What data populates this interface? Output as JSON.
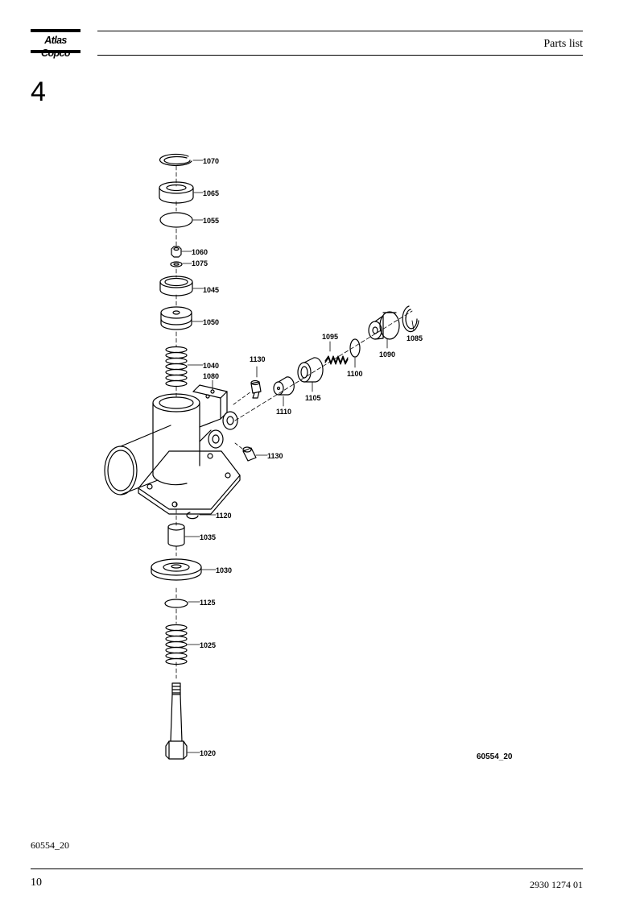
{
  "header": {
    "logo_text": "Atlas Copco",
    "title": "Parts list"
  },
  "section": {
    "number": "4"
  },
  "diagram": {
    "callouts": [
      {
        "id": "c1070",
        "label": "1070"
      },
      {
        "id": "c1065",
        "label": "1065"
      },
      {
        "id": "c1055",
        "label": "1055"
      },
      {
        "id": "c1060",
        "label": "1060"
      },
      {
        "id": "c1075",
        "label": "1075"
      },
      {
        "id": "c1045",
        "label": "1045"
      },
      {
        "id": "c1050",
        "label": "1050"
      },
      {
        "id": "c1040",
        "label": "1040"
      },
      {
        "id": "c1080",
        "label": "1080"
      },
      {
        "id": "c1130a",
        "label": "1130"
      },
      {
        "id": "c1130b",
        "label": "1130"
      },
      {
        "id": "c1110",
        "label": "1110"
      },
      {
        "id": "c1105",
        "label": "1105"
      },
      {
        "id": "c1095",
        "label": "1095"
      },
      {
        "id": "c1100",
        "label": "1100"
      },
      {
        "id": "c1090",
        "label": "1090"
      },
      {
        "id": "c1085",
        "label": "1085"
      },
      {
        "id": "c1120",
        "label": "1120"
      },
      {
        "id": "c1035",
        "label": "1035"
      },
      {
        "id": "c1030",
        "label": "1030"
      },
      {
        "id": "c1125",
        "label": "1125"
      },
      {
        "id": "c1025",
        "label": "1025"
      },
      {
        "id": "c1020",
        "label": "1020"
      }
    ],
    "drawing_ref": "60554_20"
  },
  "footer": {
    "figure_ref": "60554_20",
    "page_number": "10",
    "doc_number": "2930 1274 01"
  }
}
